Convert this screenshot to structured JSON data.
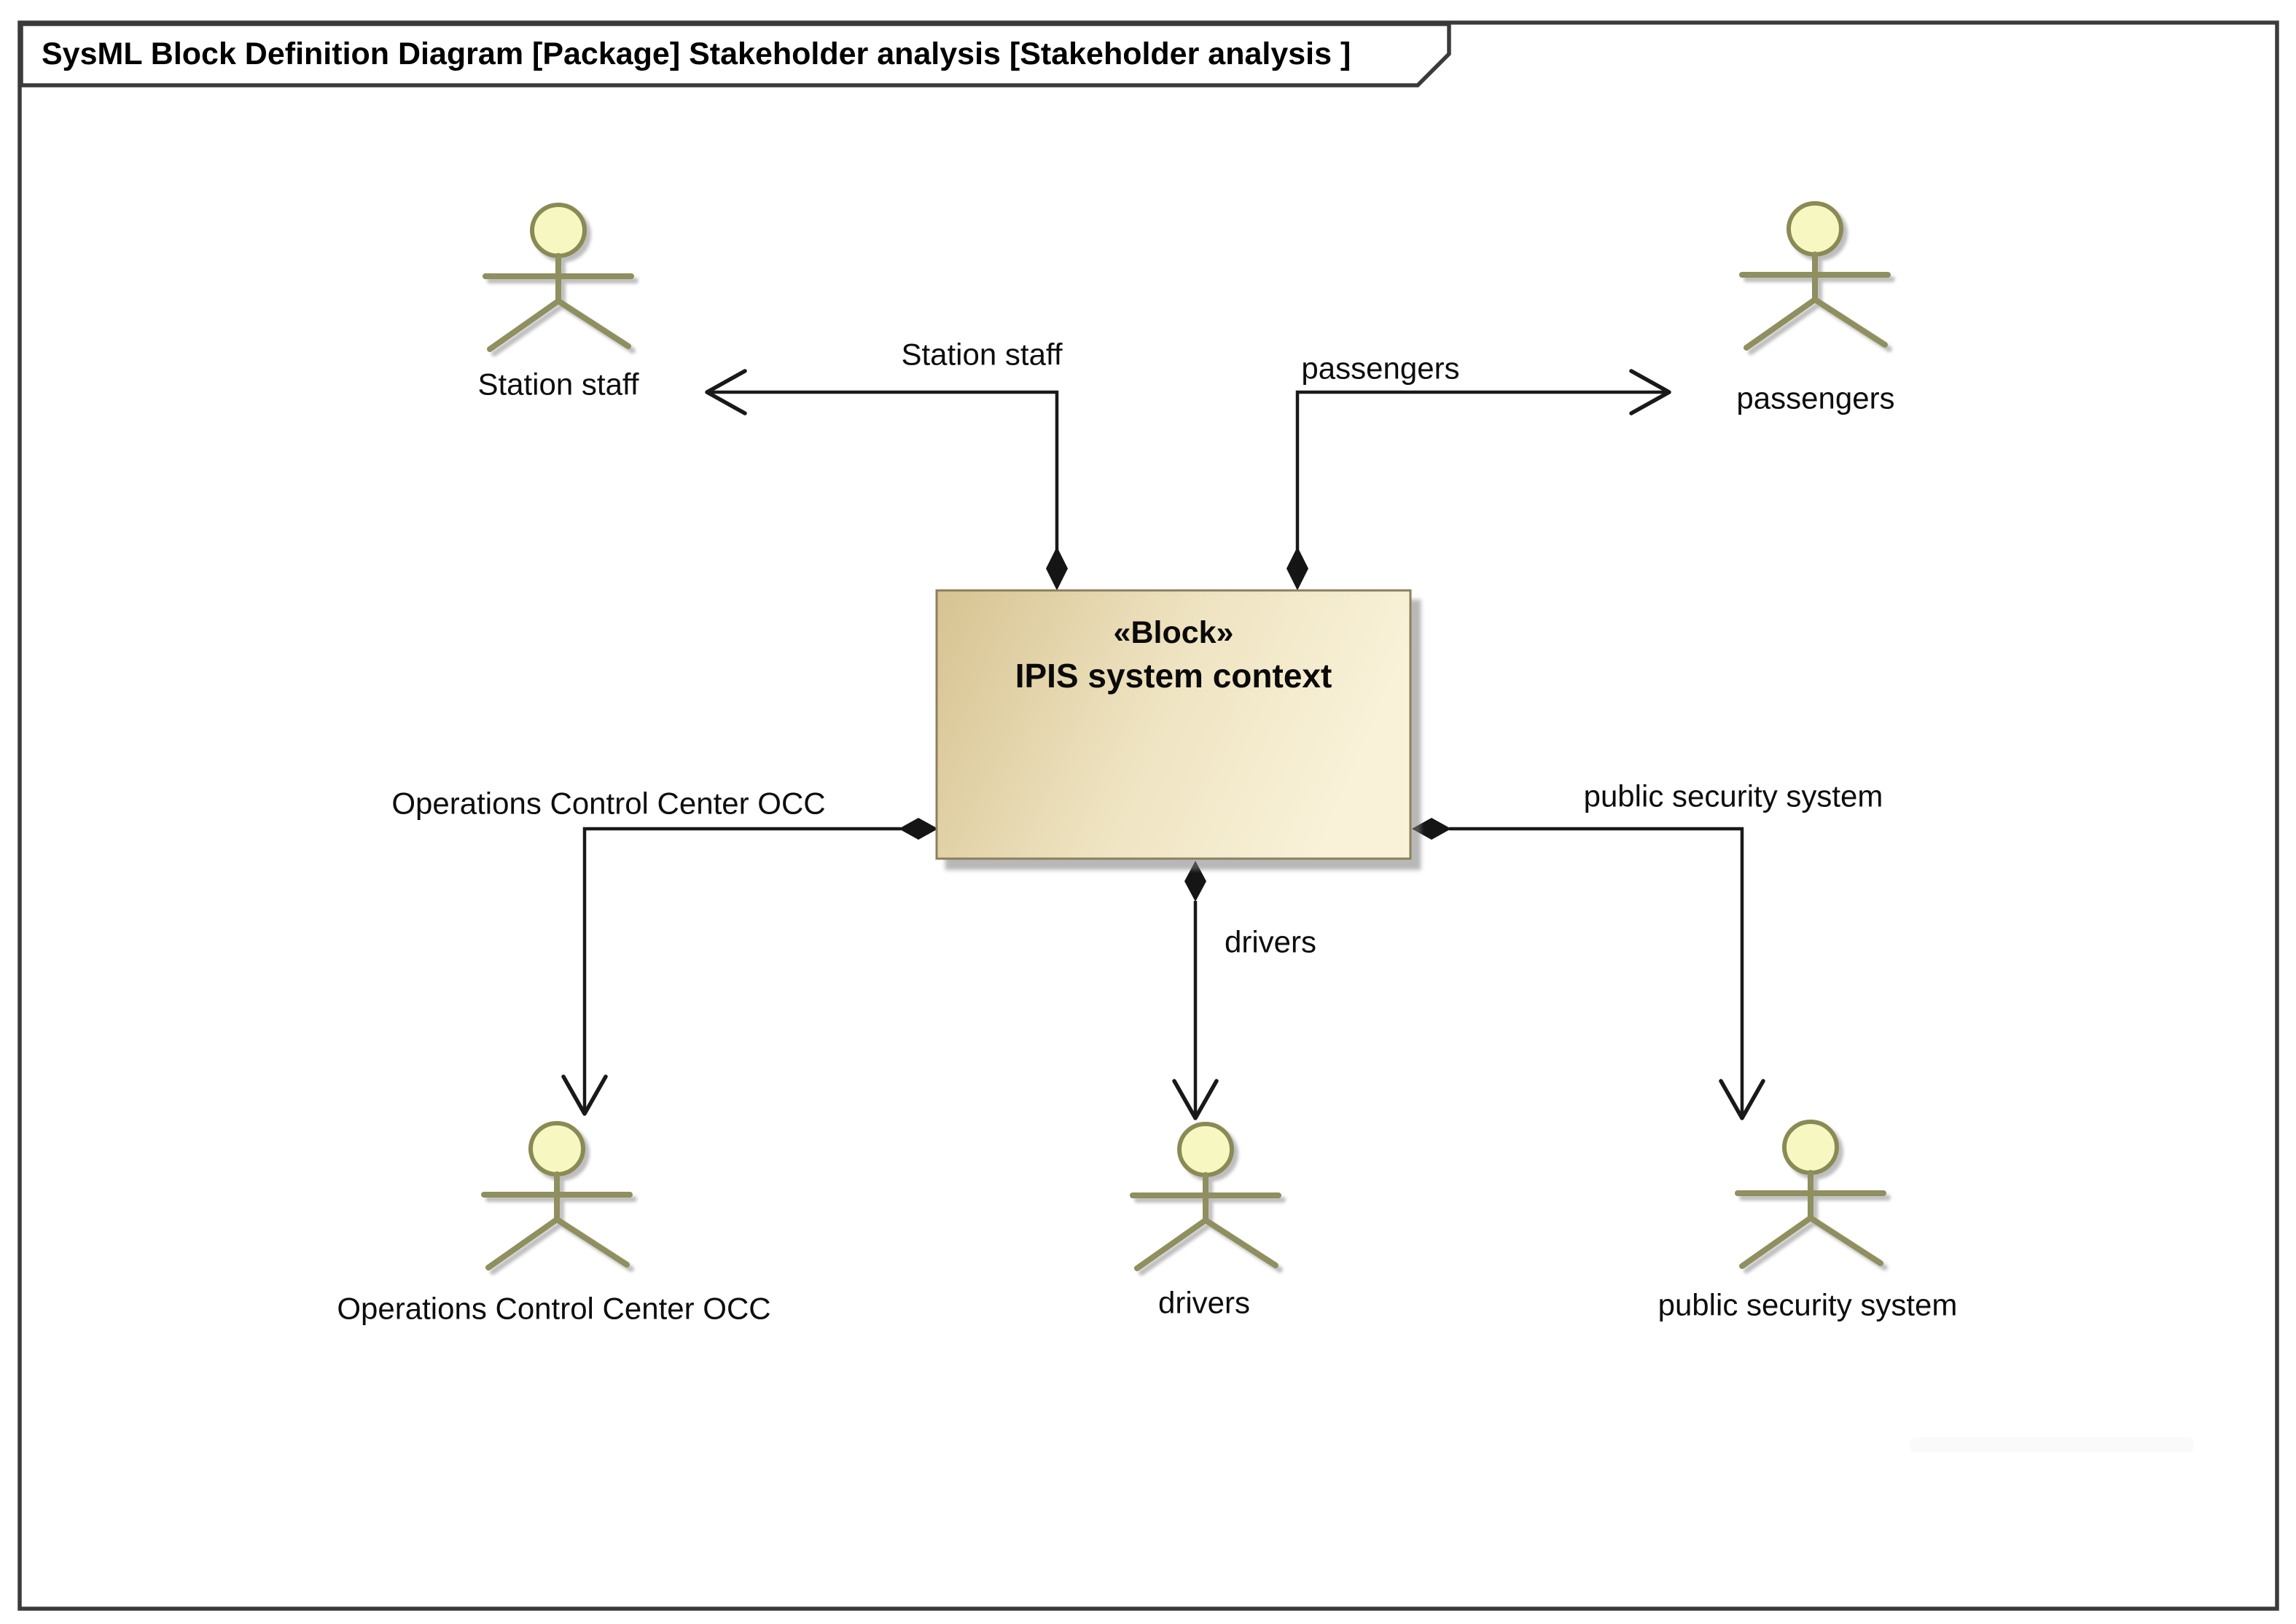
{
  "frame": {
    "title": "SysML Block Definition Diagram [Package] Stakeholder analysis  [Stakeholder analysis ]"
  },
  "block": {
    "stereotype": "«Block»",
    "name": "IPIS system context"
  },
  "connectors": [
    {
      "id": "station-staff",
      "label": "Station staff"
    },
    {
      "id": "passengers",
      "label": "passengers"
    },
    {
      "id": "occ",
      "label": "Operations Control Center OCC"
    },
    {
      "id": "drivers",
      "label": "drivers"
    },
    {
      "id": "public-security",
      "label": "public security system"
    }
  ],
  "actors": [
    {
      "id": "station-staff",
      "label": "Station staff"
    },
    {
      "id": "passengers",
      "label": "passengers"
    },
    {
      "id": "occ",
      "label": "Operations Control Center OCC"
    },
    {
      "id": "drivers",
      "label": "drivers"
    },
    {
      "id": "public-security",
      "label": "public security system"
    }
  ],
  "colors": {
    "block_gradient_start": "#d7c392",
    "block_gradient_end": "#f9f2d9",
    "block_border": "#8c7f5e",
    "actor_outline": "#8f8f5f",
    "actor_head_fill": "#f7f7c2",
    "connector_line": "#191919",
    "frame_border": "#3b3b3b",
    "background": "#ffffff"
  }
}
